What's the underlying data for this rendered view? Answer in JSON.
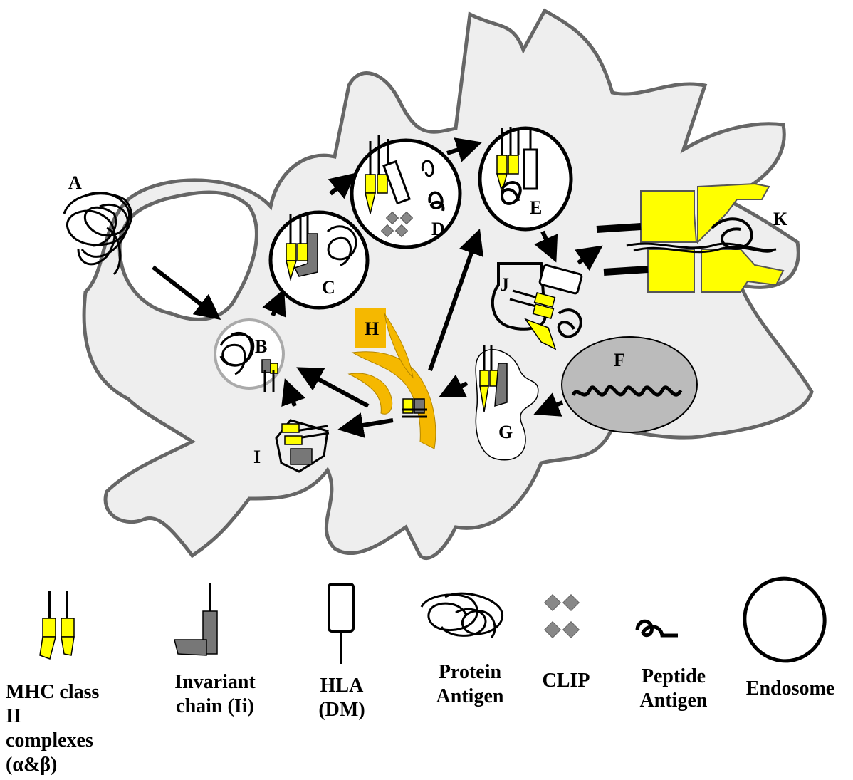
{
  "diagram": {
    "labels": {
      "A": "A",
      "B": "B",
      "C": "C",
      "D": "D",
      "E": "E",
      "F": "F",
      "G": "G",
      "H": "H",
      "I": "I",
      "J": "J",
      "K": "K"
    },
    "colors": {
      "cell": "#eeeeee",
      "cell_outline": "#666666",
      "mhc": "#ffff00",
      "invariant_chain": "#777777",
      "golgi": "#f5b800",
      "nucleus": "#bbbbbb",
      "clip": "#888888"
    }
  },
  "legend": {
    "items": [
      {
        "label": "MHC class II complexes (α&β)",
        "icon": "mhc-class-ii-icon"
      },
      {
        "label": "Invariant chain (Ii)",
        "icon": "invariant-chain-icon"
      },
      {
        "label": "HLA (DM)",
        "icon": "hla-dm-icon"
      },
      {
        "label": "Protein Antigen",
        "icon": "protein-antigen-icon"
      },
      {
        "label": "CLIP",
        "icon": "clip-icon"
      },
      {
        "label": "Peptide Antigen",
        "icon": "peptide-antigen-icon"
      },
      {
        "label": "Endosome",
        "icon": "endosome-icon"
      }
    ],
    "mhc_line1": "MHC class",
    "mhc_line2": "II",
    "mhc_line3": "complexes",
    "mhc_line4": "(α&β)",
    "ii_line1": "Invariant",
    "ii_line2": "chain (Ii)",
    "hla_line1": "HLA",
    "hla_line2": "(DM)",
    "protein_line1": "Protein",
    "protein_line2": "Antigen",
    "clip_line1": "CLIP",
    "peptide_line1": "Peptide",
    "peptide_line2": "Antigen",
    "endosome_line1": "Endosome"
  }
}
